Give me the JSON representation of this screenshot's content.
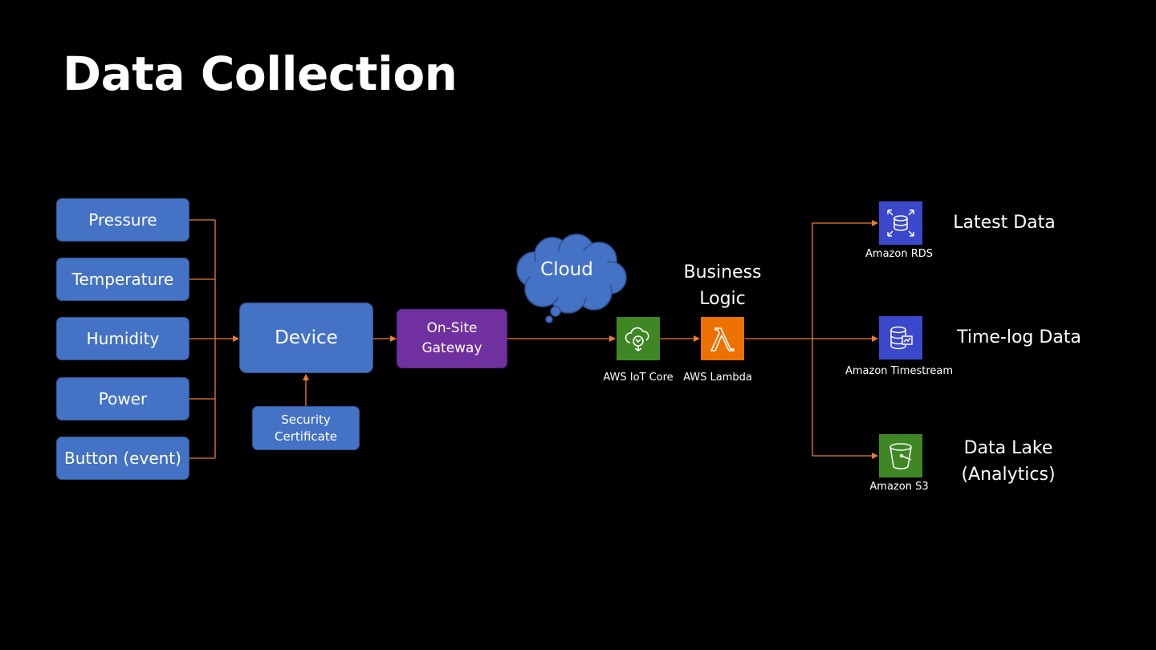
{
  "title": "Data Collection",
  "sensors": [
    {
      "label": "Pressure"
    },
    {
      "label": "Temperature"
    },
    {
      "label": "Humidity"
    },
    {
      "label": "Power"
    },
    {
      "label": "Button (event)"
    }
  ],
  "device": {
    "label": "Device"
  },
  "security_certificate": {
    "line1": "Security",
    "line2": "Certificate"
  },
  "gateway": {
    "line1": "On-Site",
    "line2": "Gateway"
  },
  "cloud": {
    "label": "Cloud"
  },
  "business_logic": {
    "line1": "Business",
    "line2": "Logic"
  },
  "services": {
    "iot_core": {
      "label": "AWS IoT Core",
      "icon": "aws-iot-core-icon",
      "color": "#3f8624"
    },
    "lambda": {
      "label": "AWS Lambda",
      "icon": "aws-lambda-icon",
      "color": "#ed7100"
    },
    "rds": {
      "label": "Amazon RDS",
      "icon": "amazon-rds-icon",
      "color": "#3b48cc"
    },
    "timestream": {
      "label": "Amazon Timestream",
      "icon": "amazon-timestream-icon",
      "color": "#3b48cc"
    },
    "s3": {
      "label": "Amazon S3",
      "icon": "amazon-s3-icon",
      "color": "#3f8624"
    }
  },
  "outputs": {
    "latest": {
      "label": "Latest Data"
    },
    "timelog": {
      "label": "Time-log Data"
    },
    "datalake": {
      "line1": "Data Lake",
      "line2": "(Analytics)"
    }
  },
  "colors": {
    "background": "#000000",
    "box_blue": "#4472c4",
    "gateway_purple": "#7030a0",
    "cloud_blue": "#4472c4",
    "connector_orange": "#ed7d31"
  }
}
